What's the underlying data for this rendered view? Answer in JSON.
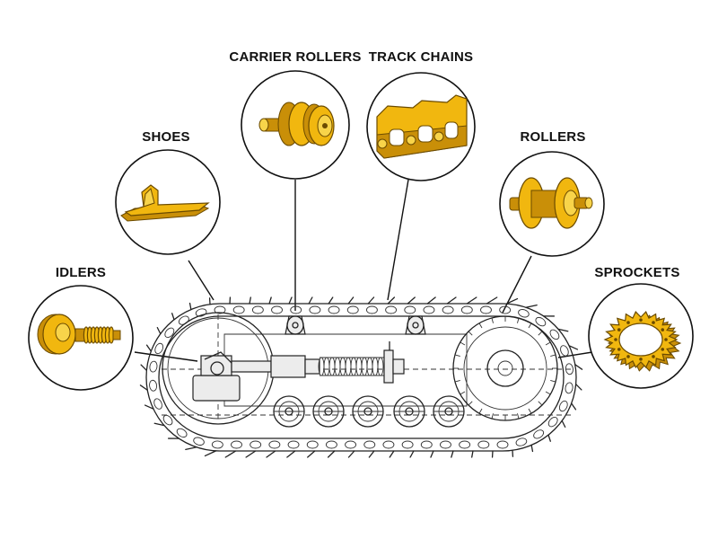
{
  "labels": {
    "idlers": "IDLERS",
    "shoes": "SHOES",
    "carrier_rollers": "CARRIER ROLLERS",
    "track_chains": "TRACK CHAINS",
    "rollers": "ROLLERS",
    "sprockets": "SPROCKETS"
  },
  "colors": {
    "part_gold": "#f1b70f",
    "outline": "#111111",
    "background": "#ffffff"
  }
}
